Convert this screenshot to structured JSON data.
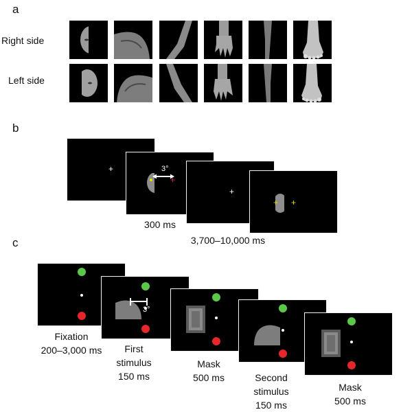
{
  "panel_a": {
    "letter": "a",
    "rows": [
      {
        "label": "Right side",
        "stimuli": [
          "face-right",
          "shoulder-right",
          "arm-right",
          "hand-right",
          "leg-right",
          "foot-right"
        ]
      },
      {
        "label": "Left side",
        "stimuli": [
          "face-left",
          "shoulder-left",
          "arm-left",
          "hand-left",
          "leg-left",
          "foot-left"
        ]
      }
    ]
  },
  "panel_b": {
    "letter": "b",
    "eccentricity": "3°",
    "fixation_symbol": "+",
    "durations": [
      "300 ms",
      "3,700–10,000 ms"
    ],
    "colors": {
      "white_fix": "#ffffff",
      "magenta_fix": "#e0206a",
      "yellow_fix": "#e6e200",
      "arrow": "#ffffff"
    }
  },
  "panel_c": {
    "letter": "c",
    "eccentricity": "3°",
    "steps": [
      {
        "name": "Fixation",
        "duration": "200–3,000 ms"
      },
      {
        "name": "First stimulus",
        "duration": "150 ms"
      },
      {
        "name": "Mask",
        "duration": "500 ms"
      },
      {
        "name": "Second stimulus",
        "duration": "150 ms"
      },
      {
        "name": "Mask",
        "duration": "500 ms"
      }
    ],
    "colors": {
      "green": "#5cc84a",
      "red": "#e5262b",
      "fixation_dot": "#ffffff"
    }
  }
}
